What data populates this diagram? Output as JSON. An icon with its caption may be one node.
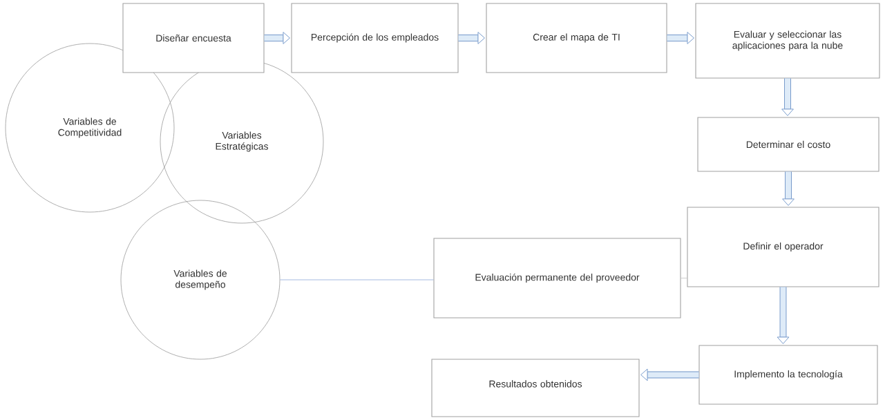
{
  "diagram": {
    "nodes": [
      {
        "text": [
          "Diseñar encuesta"
        ]
      },
      {
        "text": [
          "Percepción de los empleados"
        ]
      },
      {
        "text": [
          "Crear el mapa de TI"
        ]
      },
      {
        "text": [
          "Evaluar y seleccionar las aplicaciones para la nube"
        ]
      },
      {
        "text": [
          "Variables de Competitividad"
        ]
      },
      {
        "text": [
          "Variables Estratégicas"
        ]
      },
      {
        "text": [
          "Determinar el costo"
        ]
      },
      {
        "text": [
          "Variables de desempeño"
        ]
      },
      {
        "text": [
          "Evaluación permanente del proveedor"
        ]
      },
      {
        "text": [
          "Definir el operador"
        ]
      },
      {
        "text": [
          "Implemento la tecnología"
        ]
      },
      {
        "text": [
          "Resultados obtenidos"
        ]
      }
    ],
    "edges": [
      {
        "from": 0,
        "to": 1,
        "arrow": "to"
      },
      {
        "from": 1,
        "to": 2,
        "arrow": "to"
      },
      {
        "from": 2,
        "to": 3,
        "arrow": "to"
      },
      {
        "from": 3,
        "to": 6,
        "arrow": "to"
      },
      {
        "from": 6,
        "to": 9,
        "arrow": "to"
      },
      {
        "from": 9,
        "to": 10,
        "arrow": "to"
      },
      {
        "from": 10,
        "to": 11,
        "arrow": "to"
      },
      {
        "from": 7,
        "to": 8,
        "arrow": "none",
        "color": "#8eaadb"
      },
      {
        "from": 8,
        "to": 9,
        "arrow": "none",
        "color": "#c0c0c0"
      }
    ]
  }
}
